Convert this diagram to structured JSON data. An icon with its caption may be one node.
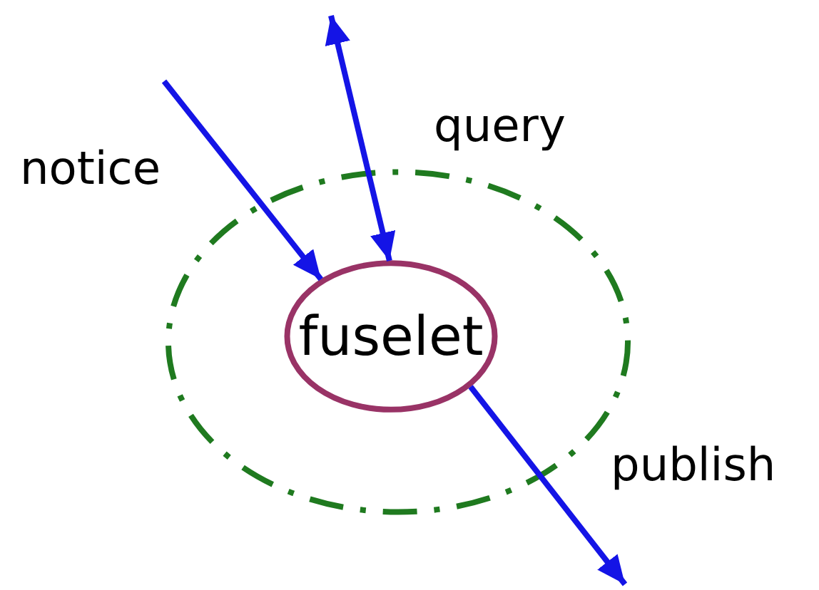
{
  "diagram": {
    "nodes": [
      {
        "text": [],
        "shape": "ellipse"
      },
      {
        "text": [
          "fuselet"
        ],
        "in": 0
      }
    ],
    "edges": [
      {
        "from": null,
        "to": 1,
        "arrow": "to",
        "label": "notice"
      },
      {
        "from": 1,
        "to": null,
        "arrow": "both",
        "label": "query"
      },
      {
        "from": 1,
        "to": null,
        "arrow": "to",
        "label": "publish"
      }
    ]
  }
}
